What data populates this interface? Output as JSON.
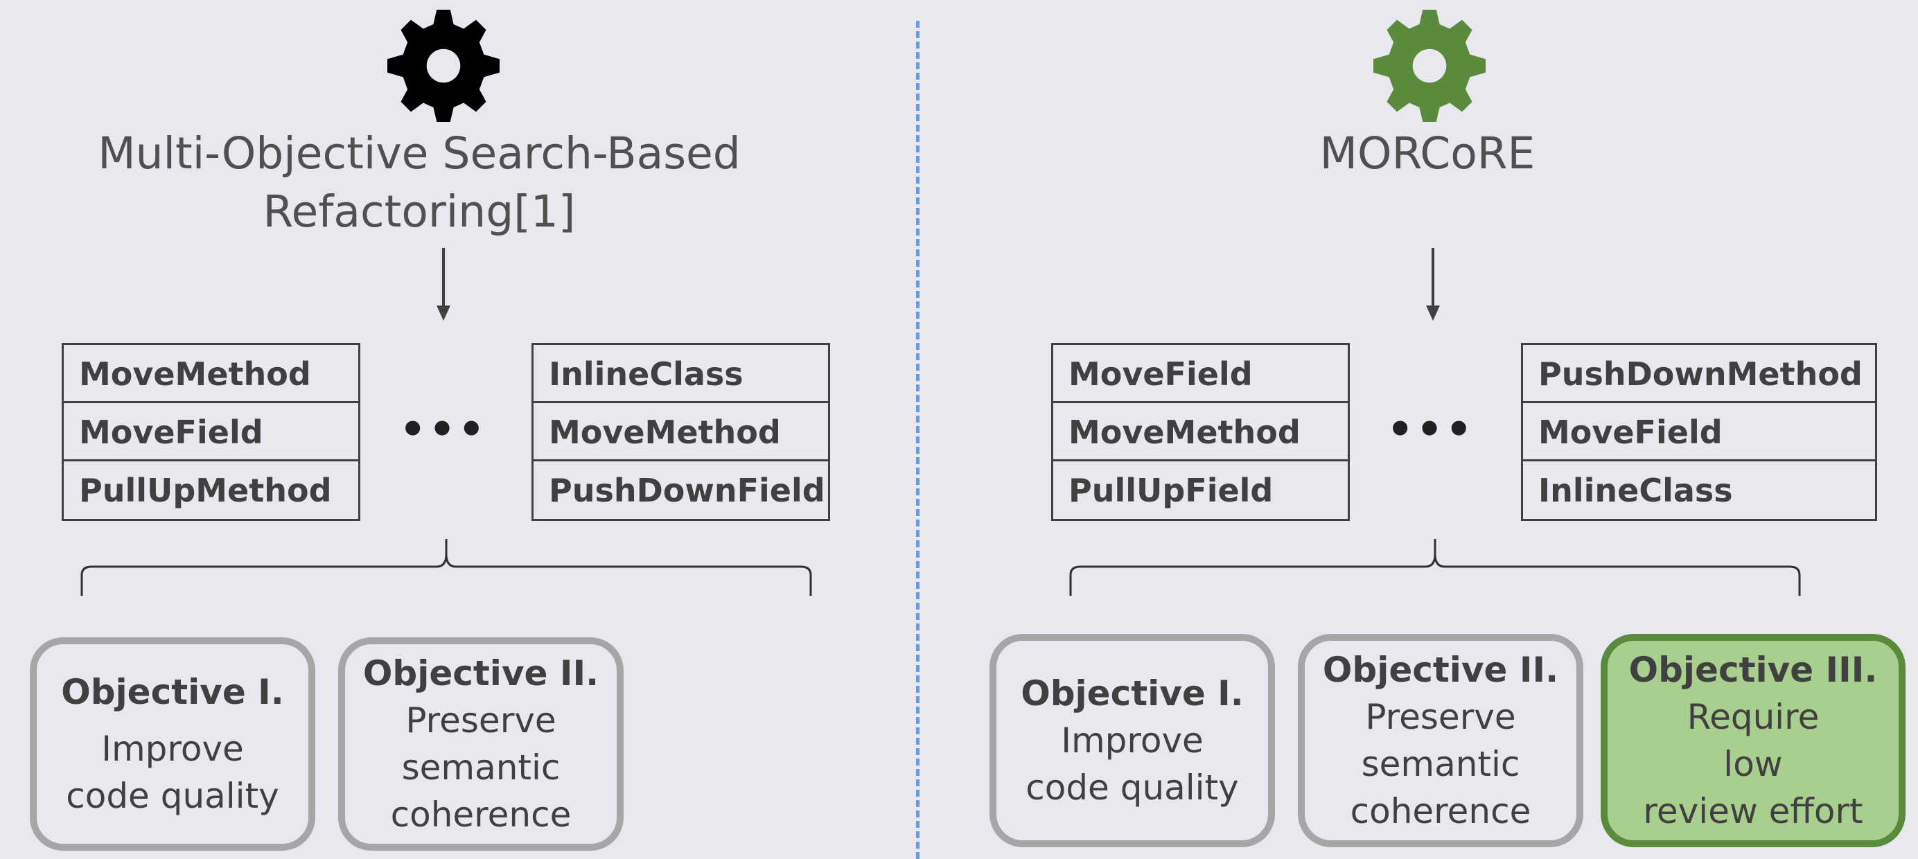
{
  "colors": {
    "background": "#e8e8ee",
    "text": "#404040",
    "gear_left": "#000000",
    "gear_right": "#5a8a3c",
    "divider": "#6a9bd8",
    "box_border": "#a6a6a6",
    "highlight_border": "#5a8a3c",
    "highlight_fill": "#a9cf8e"
  },
  "left": {
    "icon": "gear-icon",
    "title_lines": [
      "Multi-Objective Search-Based",
      "Refactoring[1]"
    ],
    "solution_a": [
      "MoveMethod",
      "MoveField",
      "PullUpMethod"
    ],
    "ellipsis": "•••",
    "solution_b": [
      "InlineClass",
      "MoveMethod",
      "PushDownField"
    ],
    "objectives": [
      {
        "title": "Objective I.",
        "desc": [
          "Improve",
          "code quality"
        ]
      },
      {
        "title": "Objective II.",
        "desc": [
          "Preserve",
          "semantic",
          "coherence"
        ]
      }
    ]
  },
  "right": {
    "icon": "gear-icon",
    "title_lines": [
      "MORCoRE"
    ],
    "solution_a": [
      "MoveField",
      "MoveMethod",
      "PullUpField"
    ],
    "ellipsis": "•••",
    "solution_b": [
      "PushDownMethod",
      "MoveField",
      "InlineClass"
    ],
    "objectives": [
      {
        "title": "Objective I.",
        "desc": [
          "Improve",
          "code quality"
        ]
      },
      {
        "title": "Objective II.",
        "desc": [
          "Preserve",
          "semantic",
          "coherence"
        ]
      },
      {
        "title": "Objective III.",
        "desc": [
          "Require",
          "low",
          "review effort"
        ],
        "highlight": true
      }
    ]
  }
}
